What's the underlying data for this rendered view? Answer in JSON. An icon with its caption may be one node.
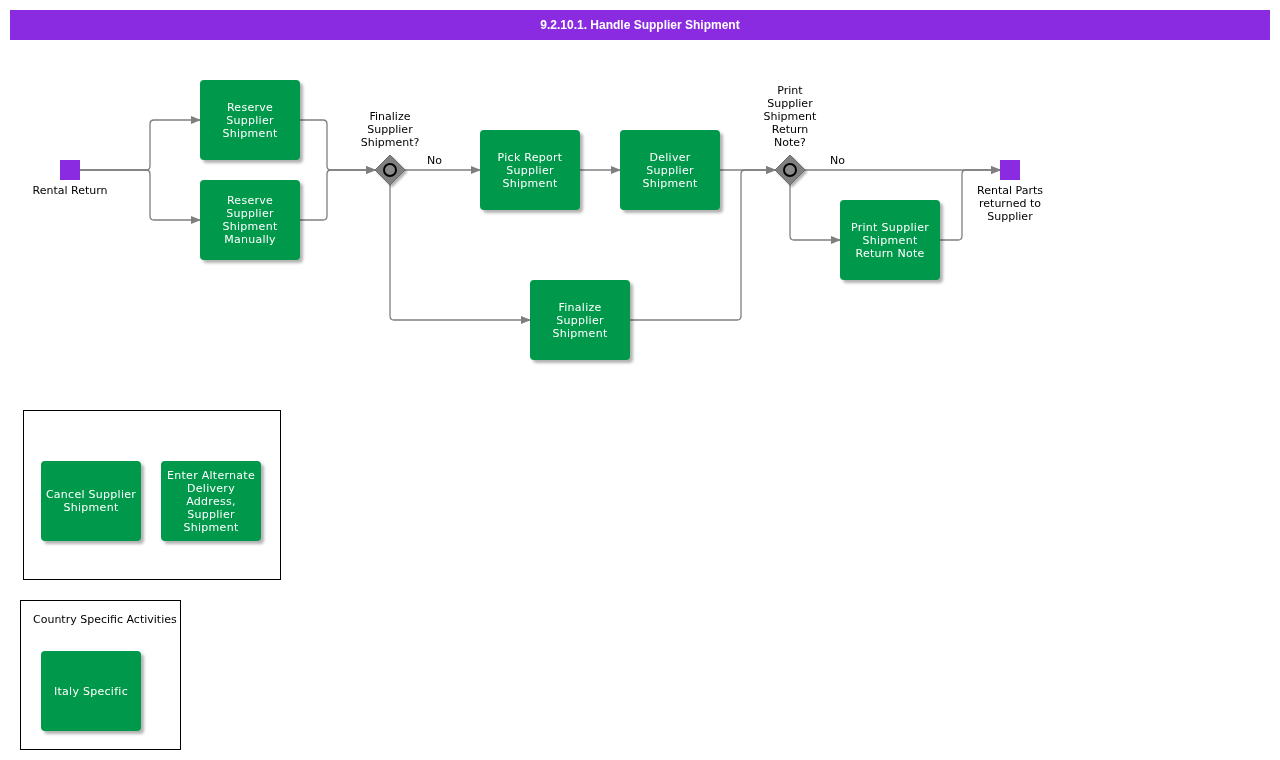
{
  "diagram": {
    "title": "9.2.10.1. Handle Supplier Shipment",
    "nodes": [
      {
        "text": [
          "Rental Return"
        ]
      },
      {
        "text": [
          "Reserve Supplier Shipment"
        ]
      },
      {
        "text": [
          "Reserve Supplier Shipment Manually"
        ]
      },
      {
        "text": [
          "Finalize Supplier Shipment?"
        ]
      },
      {
        "text": [
          "Pick Report Supplier Shipment"
        ]
      },
      {
        "text": [
          "Deliver Supplier Shipment"
        ]
      },
      {
        "text": [
          "Finalize Supplier Shipment"
        ]
      },
      {
        "text": [
          "Print Supplier Shipment Return Note?"
        ]
      },
      {
        "text": [
          "Print Supplier Shipment Return Note"
        ]
      },
      {
        "text": [
          "Rental Parts returned to Supplier"
        ]
      },
      {
        "text": [],
        "shape": "box"
      },
      {
        "text": [
          "Cancel Supplier Shipment"
        ],
        "in": 10
      },
      {
        "text": [
          "Enter Alternate Delivery Address, Supplier Shipment"
        ],
        "in": 10
      },
      {
        "text": [
          "Country Specific Activities"
        ]
      },
      {
        "text": [
          "Italy Specific"
        ],
        "in": 13
      }
    ],
    "edges": [
      {
        "from": 0,
        "to": 1,
        "arrow": "to"
      },
      {
        "from": 0,
        "to": 2,
        "arrow": "to"
      },
      {
        "from": 1,
        "to": 3,
        "arrow": "to"
      },
      {
        "from": 2,
        "to": 3,
        "arrow": "to"
      },
      {
        "from": 3,
        "to": 4,
        "arrow": "to",
        "label": "No"
      },
      {
        "from": 3,
        "to": 6,
        "arrow": "to"
      },
      {
        "from": 4,
        "to": 5,
        "arrow": "to"
      },
      {
        "from": 5,
        "to": 7,
        "arrow": "to"
      },
      {
        "from": 6,
        "to": 7,
        "arrow": "to"
      },
      {
        "from": 7,
        "to": 9,
        "arrow": "to",
        "label": "No"
      },
      {
        "from": 7,
        "to": 8,
        "arrow": "to"
      },
      {
        "from": 8,
        "to": 9,
        "arrow": "to"
      }
    ]
  }
}
